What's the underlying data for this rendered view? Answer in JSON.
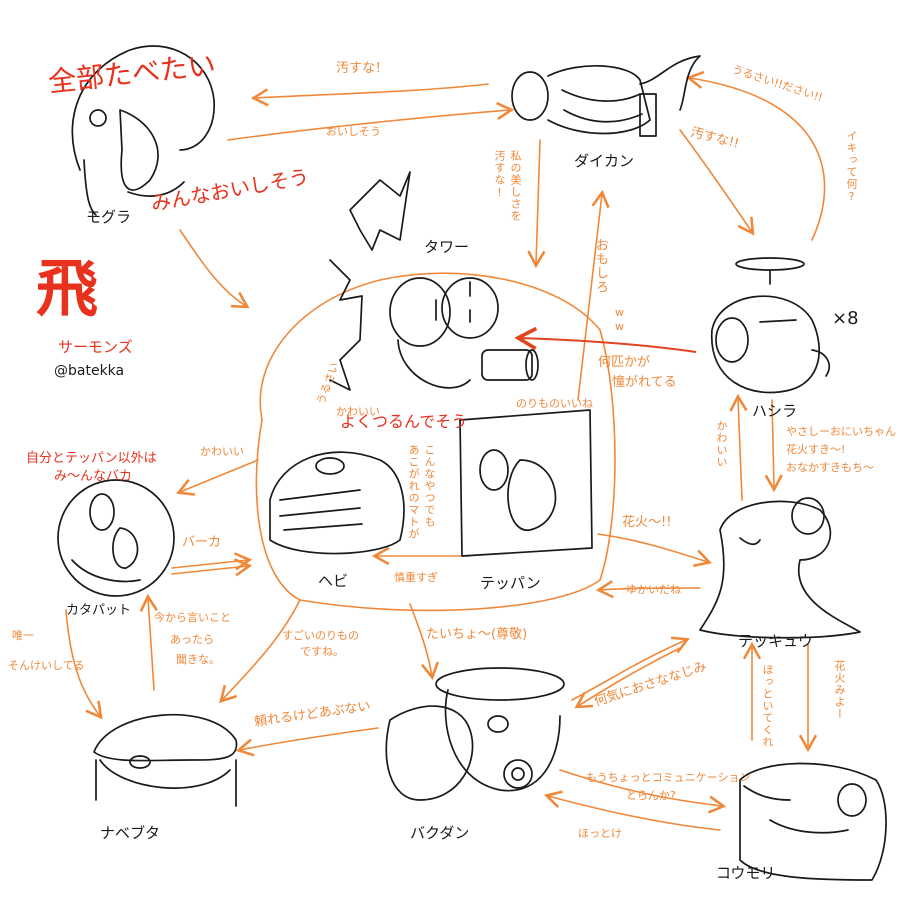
{
  "colors": {
    "ink": "#1a1a1a",
    "orange": "#f0883a",
    "red": "#e8321e",
    "accent_red": "#e0451e"
  },
  "title_block": {
    "header": "全部たべたい",
    "sub": "みんなおいしそう",
    "logo_kanji": "飛",
    "author": "サーモンズ",
    "handle": "@batekka"
  },
  "characters": {
    "mogura": "モグラ",
    "daikan": "ダイカン",
    "tower": "タワー",
    "hashira": "ハシラ",
    "hashira_count": "×8",
    "hebi": "ヘビ",
    "teppan": "テッパン",
    "katapat": "カタパット",
    "tekkyu": "テッキュウ",
    "nabebuta": "ナベブタ",
    "bakudan": "バクダン",
    "komori": "コウモリ"
  },
  "relations": {
    "daikan_to_mogura": "汚すな！",
    "mogura_to_daikan": "おいしそう",
    "daikan_to_hashira": "汚すな!!",
    "hashira_to_daikan_1": "うるさい!!ださい!!",
    "hashira_to_daikan_2": "イキって何?",
    "daikan_down_1": "私の美しさを",
    "daikan_down_2": "汚すな!",
    "up_to_daikan_1": "おもしろ",
    "up_to_daikan_2": "ww",
    "hashira_to_tower_1": "何匹かが",
    "hashira_to_tower_2": "憧がれてる",
    "hashira_desc_1": "やさしーおにいちゃん",
    "hashira_desc_2": "花火すき～!",
    "hashira_desc_3": "おなかすきもち～",
    "kawaii_hashira": "かわいい",
    "katapat_title_1": "自分とテッパン以外は",
    "katapat_title_2": "み～んなバカ",
    "kawaii_katapat": "かわいい",
    "urusai": "うるさい",
    "kawaii_tower": "かわいい",
    "norimono_1": "のりものいいね",
    "tower_note": "よくつるんでそう",
    "center_note_1": "こんなやつでも",
    "center_note_2": "あこがれのマトが",
    "baaka": "バーカ",
    "shincho": "慎重すぎ",
    "hanabi": "花火～!!",
    "yukaidane": "ゆかいだね",
    "katapat_to_nabebuta_1": "唯一",
    "katapat_to_nabebuta_2": "そんけいしてる",
    "nabebuta_to_katapat_1": "今から言いこと",
    "nabebuta_to_katapat_2": "あったら",
    "nabebuta_to_katapat_3": "聞きな。",
    "sugoi_norimono_1": "すごいのりもの",
    "sugoi_norimono_2": "ですね。",
    "taicho": "たいちょ～(尊敬)",
    "nanigani": "何気におさななじみ",
    "tayoreru": "頼れるけどあぶない",
    "hanabi_miyo": "花火みよー",
    "hottoitekure": "ほっといてくれ",
    "communication_1": "もうちょっとコミュニケーション",
    "communication_2": "とらんか?",
    "hottoke": "ほっとけ"
  }
}
